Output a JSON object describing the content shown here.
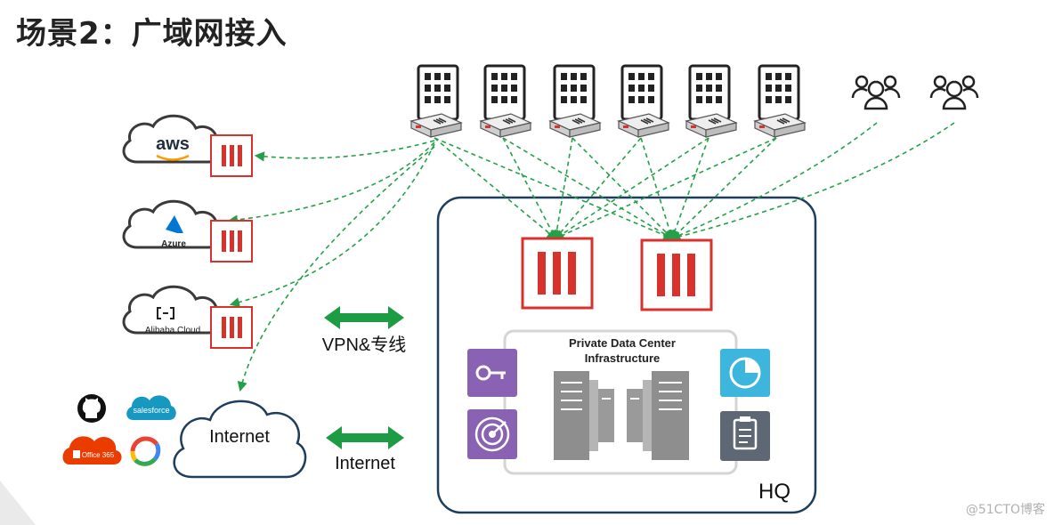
{
  "title": "场景2：广域网接入",
  "clouds": {
    "aws": "aws",
    "azure": "Azure",
    "alibaba": "Alibaba Cloud",
    "internet": "Internet"
  },
  "saas": {
    "salesforce": "salesforce",
    "office": "Office 365"
  },
  "arrows": {
    "vpn_label": "VPN&专线",
    "internet_label": "Internet"
  },
  "datacenter": {
    "title_line1": "Private Data Center",
    "title_line2": "Infrastructure"
  },
  "hq_label": "HQ",
  "watermark": "@51CTO博客",
  "colors": {
    "firewall_red": "#d8322c",
    "link_green": "#24a148",
    "arrow_green": "#1d9c44",
    "hq_border": "#1f3d5c",
    "purple": "#8a62b4",
    "cyan": "#3cb6dc",
    "slate": "#5d6874"
  },
  "icons": [
    "building-icon",
    "router-icon",
    "users-icon",
    "firewall-icon",
    "cloud-icon",
    "github-icon",
    "key-icon",
    "radar-icon",
    "pie-chart-icon",
    "clipboard-icon",
    "server-icon"
  ]
}
